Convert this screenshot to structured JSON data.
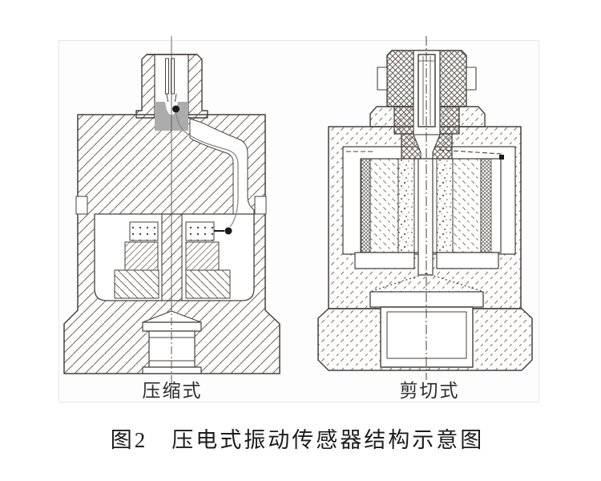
{
  "figure": {
    "caption": "图2　压电式振动传感器结构示意图",
    "diagrams": [
      {
        "label": "压缩式"
      },
      {
        "label": "剪切式"
      }
    ]
  },
  "colors": {
    "background": "#ffffff",
    "outline": "#45413e",
    "hatch_gray": "#6e6862",
    "hatch_brown": "#8a8078",
    "insulator_gray": "#acacac",
    "terminal_black": "#1a1a1a",
    "canvas_border": "#e7e7e7"
  }
}
